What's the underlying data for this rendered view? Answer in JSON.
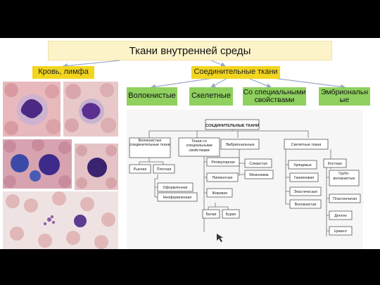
{
  "slide": {
    "title": "Ткани внутренней среды",
    "branches": {
      "left": "Кровь, лимфа",
      "right": "Соединительные ткани"
    },
    "subtypes": [
      {
        "label": "Волокнистые"
      },
      {
        "label": "Скелетные"
      },
      {
        "label": "Со специальными свойствами"
      },
      {
        "label": "Эмбриональные"
      }
    ]
  },
  "diagram": {
    "root": "СОЕДИНИТЕЛЬНЫЕ ТКАНИ",
    "fibrous": "Волокнистые соединительные ткани",
    "special": "Ткани со специальными свойствами",
    "embryonic": "Эмбриональные",
    "skeletal": "Скелетные ткани",
    "loose": "Рыхлая",
    "dense": "Плотная",
    "formed": "Оформленная",
    "unformed": "Неоформленная",
    "reticular": "Ретикулярная",
    "pigment": "Пигментная",
    "fatty": "Жировая",
    "white": "Белая",
    "brown": "Бурая",
    "mucous": "Слизистая",
    "mesenchyme": "Мезенхима",
    "cartilage": "Хрящевые",
    "hyaline": "Гиалиновая",
    "elastic": "Эластическая",
    "fibrous_cart": "Волокнистая",
    "bone": "Костные",
    "coarse": "Грубо-волокнистые",
    "lamellar": "Пластинчатая",
    "dentin": "Дентин",
    "cement": "Цемент"
  }
}
